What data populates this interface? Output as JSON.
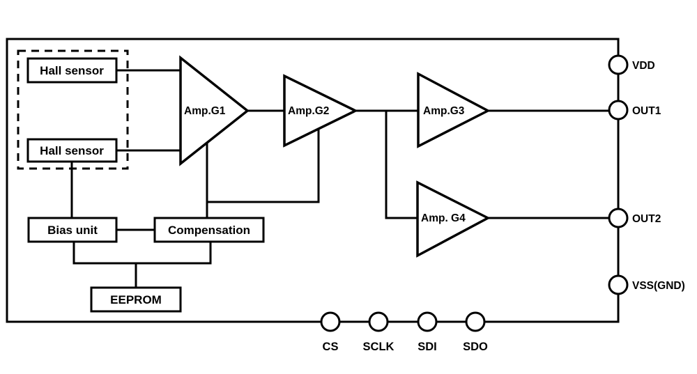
{
  "diagram": {
    "colors": {
      "line": "#000000",
      "background": "#ffffff"
    },
    "blocks": {
      "hall_sensor_1": "Hall sensor",
      "hall_sensor_2": "Hall sensor",
      "bias_unit": "Bias unit",
      "compensation": "Compensation",
      "eeprom": "EEPROM"
    },
    "amplifiers": {
      "g1": "Amp.G1",
      "g2": "Amp.G2",
      "g3": "Amp.G3",
      "g4": "Amp. G4"
    },
    "pins": {
      "right": [
        "VDD",
        "OUT1",
        "OUT2",
        "VSS(GND)"
      ],
      "bottom": [
        "CS",
        "SCLK",
        "SDI",
        "SDO"
      ]
    }
  }
}
